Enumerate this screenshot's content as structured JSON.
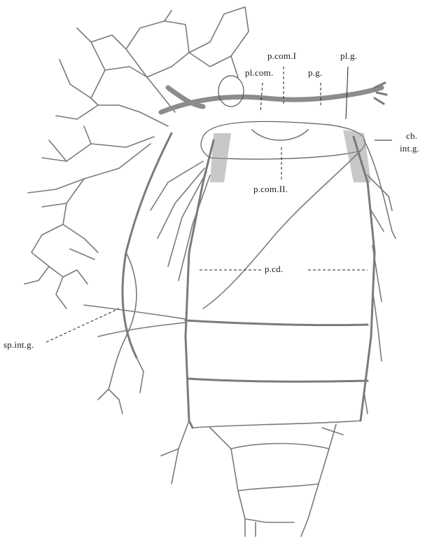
{
  "labels": {
    "p_com_I": "p.com.I",
    "pl_com": "pl.com.",
    "p_g": "p.g.",
    "pl_g": "pl.g.",
    "cb": "cb.",
    "int_g": "int.g.",
    "p_com_II": "p.com.II.",
    "p_cd": "p.cd.",
    "sp_int_g": "sp.int.g."
  }
}
